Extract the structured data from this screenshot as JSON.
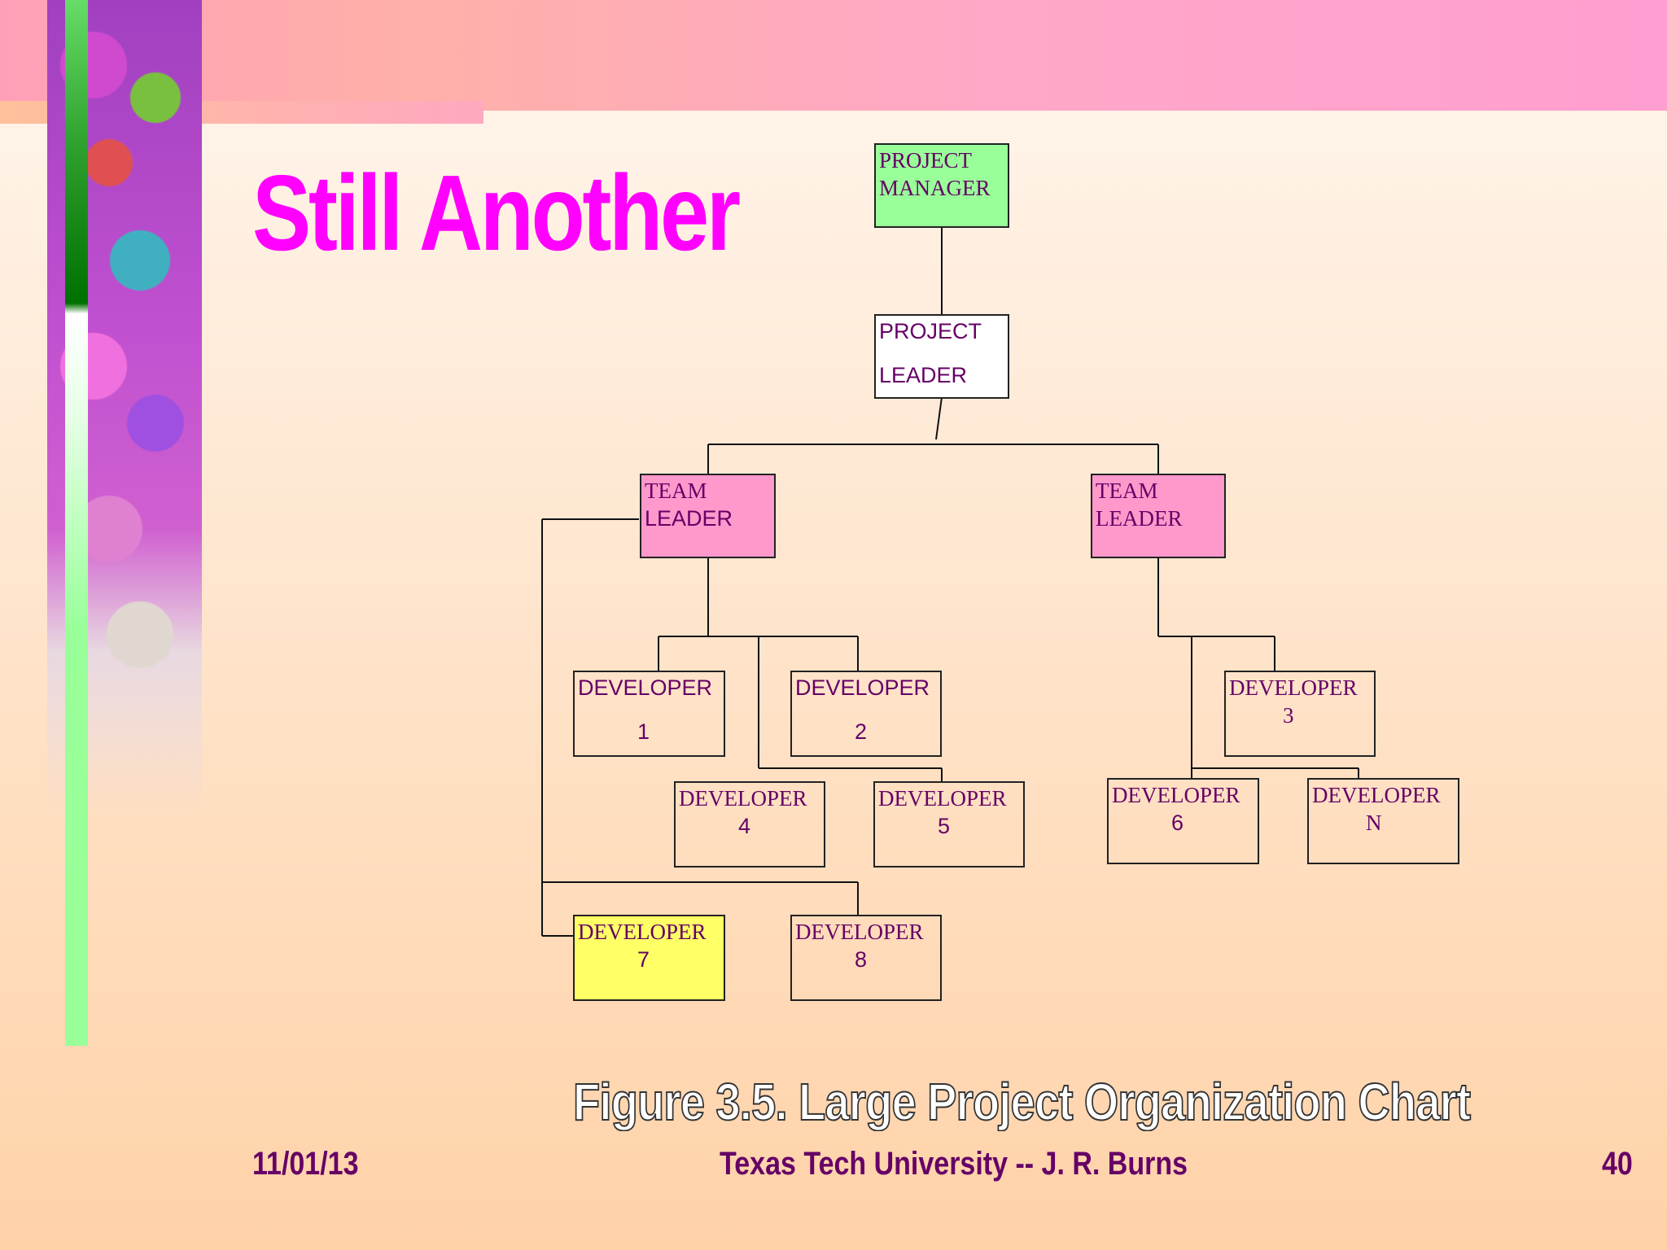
{
  "slide": {
    "title": "Still Another",
    "caption": "Figure 3.5.  Large Project Organization Chart",
    "footer_date": "11/01/13",
    "footer_center": "Texas Tech University -- J. R. Burns",
    "footer_page": "40"
  },
  "org_chart": {
    "project_manager": {
      "line1": "PROJECT",
      "line2": "MANAGER"
    },
    "project_leader": {
      "line1": "PROJECT",
      "line2": "LEADER"
    },
    "team_leader_1": {
      "line1": "TEAM",
      "line2": "LEADER"
    },
    "team_leader_2": {
      "line1": "TEAM",
      "line2": "LEADER"
    },
    "developers": {
      "d1": {
        "line1": "DEVELOPER",
        "line2": "1"
      },
      "d2": {
        "line1": "DEVELOPER",
        "line2": "2"
      },
      "d3": {
        "line1": "DEVELOPER",
        "line2": "3"
      },
      "d4": {
        "line1": "DEVELOPER",
        "line2": "4"
      },
      "d5": {
        "line1": "DEVELOPER",
        "line2": "5"
      },
      "d6": {
        "line1": "DEVELOPER",
        "line2": "6"
      },
      "dN": {
        "line1": "DEVELOPER",
        "line2": "N"
      },
      "d7": {
        "line1": "DEVELOPER",
        "line2": "7"
      },
      "d8": {
        "line1": "DEVELOPER",
        "line2": "8"
      }
    }
  },
  "colors": {
    "title": "#ff00ff",
    "node_text": "#660066",
    "project_manager_fill": "#99ff99",
    "team_leader_fill": "#ff99cc",
    "developer_7_fill": "#ffff66"
  }
}
